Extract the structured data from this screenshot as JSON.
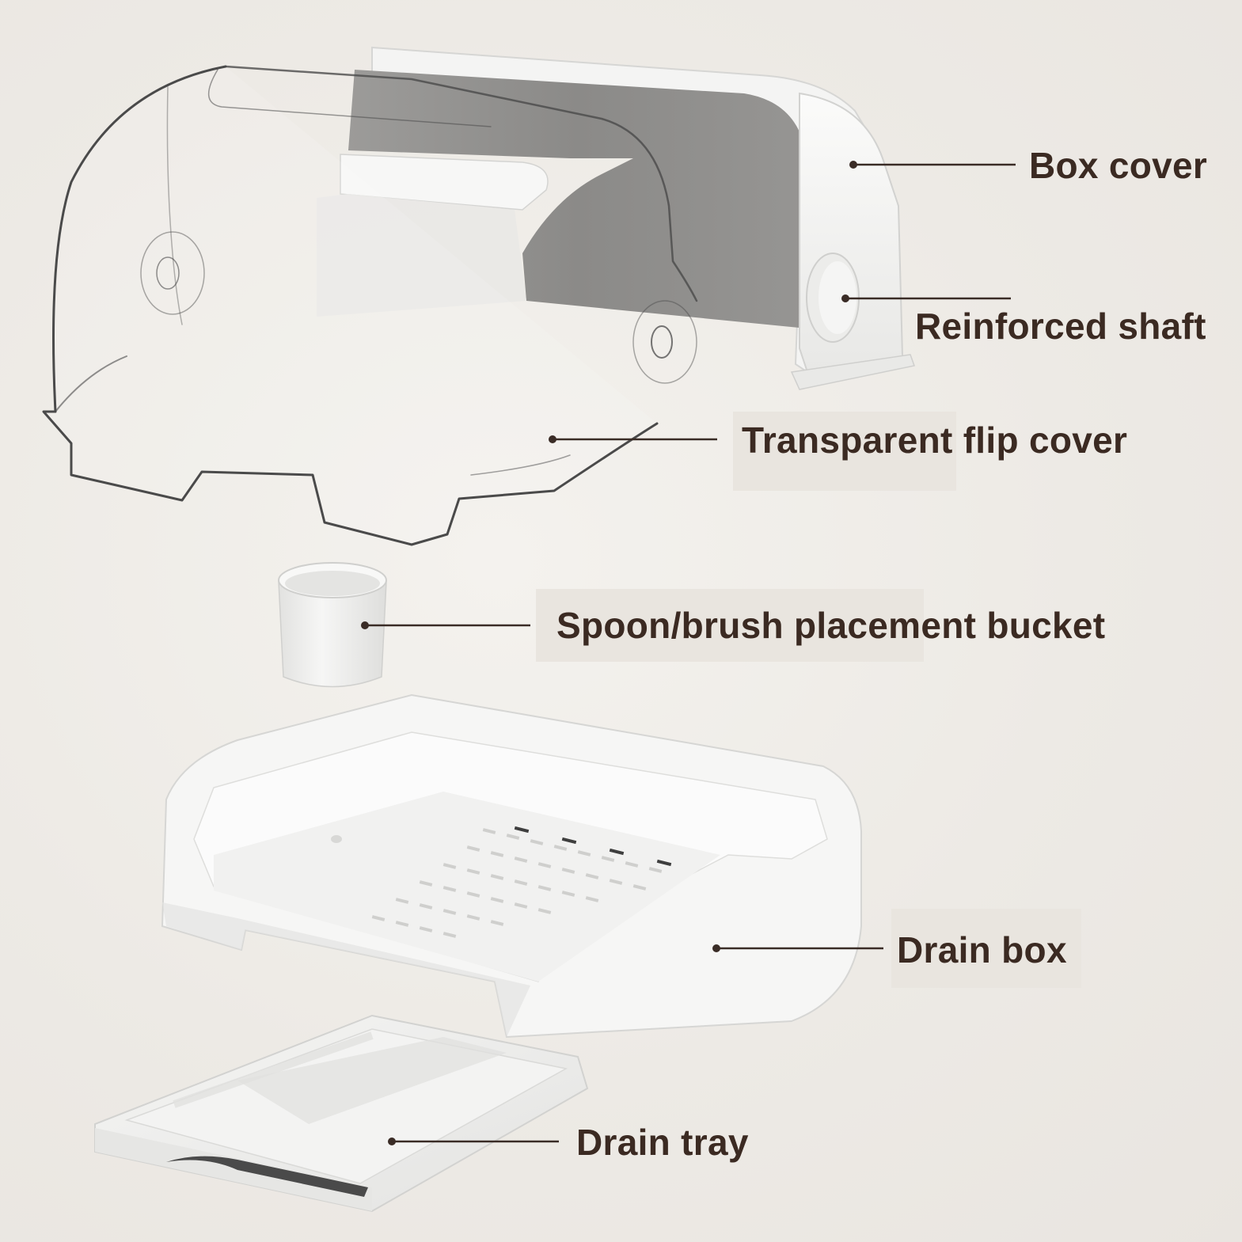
{
  "labels": {
    "box_cover": "Box cover",
    "reinforced_shaft": "Reinforced shaft",
    "transparent_flip_cover": "Transparent flip cover",
    "spoon_bucket": "Spoon/brush placement bucket",
    "drain_box": "Drain box",
    "drain_tray": "Drain tray"
  },
  "colors": {
    "background": "#efece8",
    "label_text": "#3b2a22",
    "leader_line": "#3a2c26",
    "plastic_white": "#f7f7f6",
    "cover_inner_grey": "#8f8e8c"
  }
}
